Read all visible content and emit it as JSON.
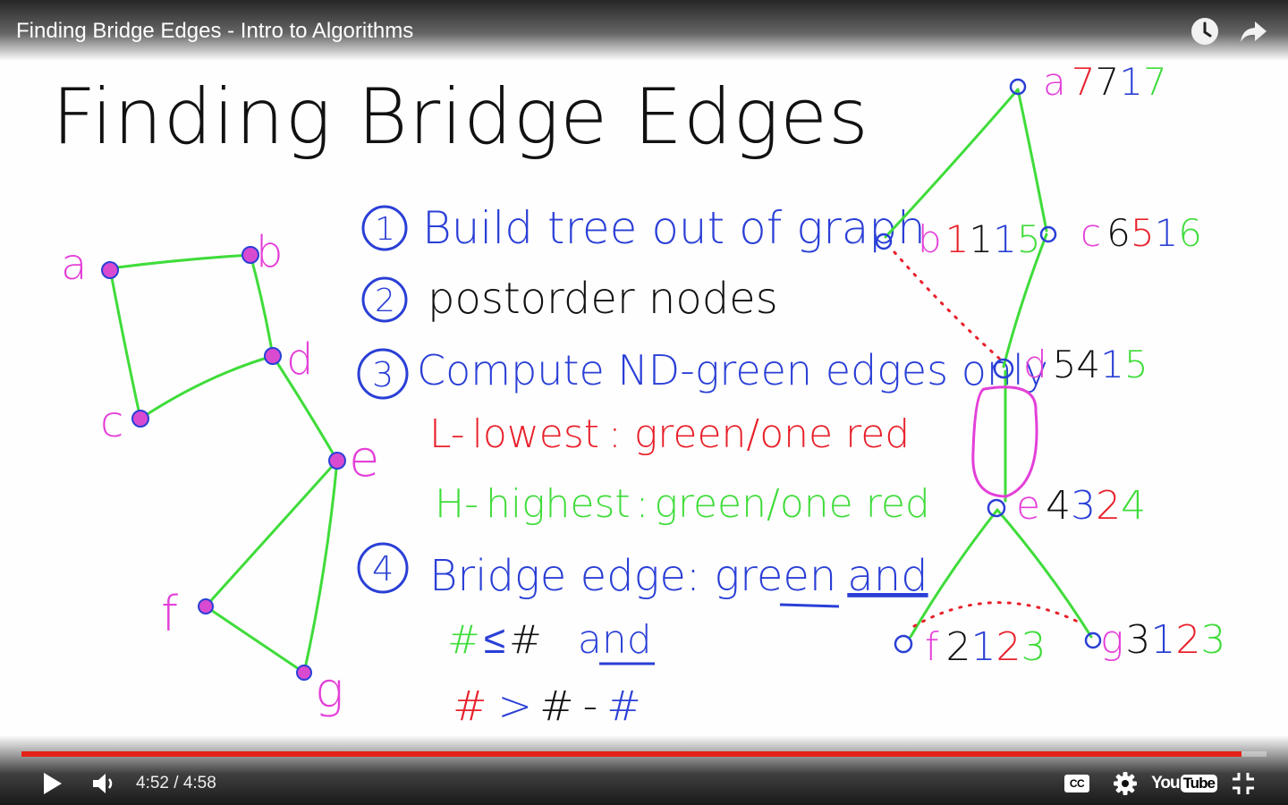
{
  "player": {
    "title": "Finding Bridge Edges - Intro to Algorithms",
    "time_current": "4:52",
    "time_separator": " / ",
    "time_total": "4:58",
    "progress": 0.98,
    "accent_color": "#e62117",
    "icons": {
      "watch_later": "clock-icon",
      "share": "share-icon",
      "play": "play-icon",
      "volume": "volume-icon",
      "captions": "cc-icon",
      "settings": "gear-icon",
      "youtube": "youtube-logo",
      "fullscreen": "exit-fullscreen-icon"
    },
    "cc_label": "CC",
    "youtube_label": "YouTube"
  },
  "whiteboard": {
    "heading": "Finding Bridge Edges",
    "steps": [
      {
        "num": "1",
        "text": "Build tree out of graph"
      },
      {
        "num": "2",
        "text": "postorder nodes"
      },
      {
        "num": "3",
        "text": "Compute ND-green edges only"
      },
      {
        "num": "4",
        "text": "Bridge edge: green"
      }
    ],
    "step4_and": "and",
    "L_line": {
      "prefix": "L-",
      "word": "lowest",
      "sep": ":",
      "rest": "green/one red"
    },
    "H_line": {
      "prefix": "H-",
      "word": "highest",
      "sep": ":",
      "rest": "green/one red"
    },
    "cond1": {
      "a": "#",
      "op": "≤",
      "b": "#",
      "and": "and"
    },
    "cond2": {
      "a": "#",
      "op": ">",
      "b": "#",
      "minus": "-",
      "c": "#"
    },
    "graph_labels": [
      "a",
      "b",
      "c",
      "d",
      "e",
      "f",
      "g"
    ],
    "tree_nodes": [
      {
        "label": "a",
        "values": [
          "7",
          "7",
          "1",
          "7"
        ]
      },
      {
        "label": "b",
        "values": [
          "1",
          "1",
          "1",
          "5"
        ]
      },
      {
        "label": "c",
        "values": [
          "6",
          "5",
          "1",
          "6"
        ]
      },
      {
        "label": "d",
        "values": [
          "5",
          "4",
          "1",
          "5"
        ]
      },
      {
        "label": "e",
        "values": [
          "4",
          "3",
          "2",
          "4"
        ]
      },
      {
        "label": "f",
        "values": [
          "2",
          "1",
          "2",
          "3"
        ]
      },
      {
        "label": "g",
        "values": [
          "3",
          "1",
          "2",
          "3"
        ]
      }
    ],
    "colors": {
      "blue": "#2a3fd6",
      "green": "#3fdc3a",
      "red": "#e8202a",
      "magenta": "#e43fd8",
      "black": "#111111"
    }
  }
}
